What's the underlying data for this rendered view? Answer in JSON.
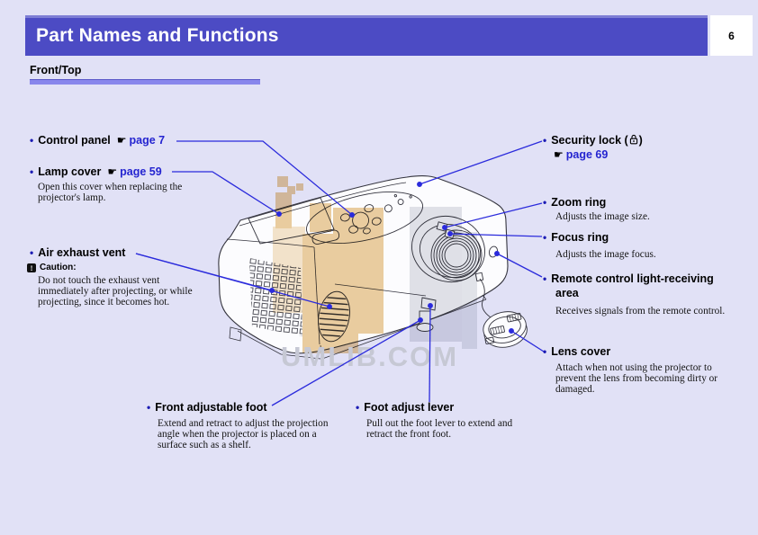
{
  "page": {
    "bg": "#e1e1f6",
    "accent": "#4c4bc4",
    "accent_light": "#8886ec",
    "link_color": "#2424d0",
    "callout_line_color": "#2b2bdc"
  },
  "icons": {
    "bullet": "•",
    "hand": "☛",
    "caution_mark": "!"
  },
  "header": {
    "title": "Part Names and Functions",
    "page_number": "6"
  },
  "section": {
    "title": "Front/Top"
  },
  "watermark": {
    "text": "UMLIB.COM",
    "tan": "#eccfa0",
    "gray": "#b9bcc9"
  },
  "callouts": {
    "control_panel": {
      "label": "Control panel",
      "link": "page 7"
    },
    "lamp_cover": {
      "label": "Lamp cover",
      "link": "page 59",
      "desc_lines": [
        "Open this cover when replacing the",
        "projector's lamp."
      ]
    },
    "air_exhaust": {
      "label": "Air exhaust vent",
      "caution_title": "Caution:",
      "caution_lines": [
        "Do not touch the exhaust vent",
        "immediately after projecting, or while",
        "projecting, since it becomes hot."
      ]
    },
    "security_lock": {
      "label_prefix": "Security lock (",
      "label_suffix": ")",
      "link": "page 69"
    },
    "zoom_ring": {
      "label": "Zoom ring",
      "desc_lines": [
        "Adjusts the image size."
      ]
    },
    "focus_ring": {
      "label": "Focus ring",
      "desc_lines": [
        "Adjusts the image focus."
      ]
    },
    "remote_area": {
      "label_lines": [
        "Remote control light-receiving",
        "area"
      ],
      "desc_lines": [
        "Receives signals from the remote control."
      ]
    },
    "lens_cover": {
      "label": "Lens cover",
      "desc_lines": [
        "Attach when not using the projector to",
        "prevent the lens from becoming dirty or",
        "damaged."
      ]
    },
    "front_foot": {
      "label": "Front adjustable foot",
      "desc_lines": [
        "Extend and retract to adjust the projection",
        "angle when the projector is placed on a",
        "surface such as a shelf."
      ]
    },
    "foot_lever": {
      "label": "Foot adjust lever",
      "desc_lines": [
        "Pull out the foot lever to extend and",
        "retract the front foot."
      ]
    }
  }
}
